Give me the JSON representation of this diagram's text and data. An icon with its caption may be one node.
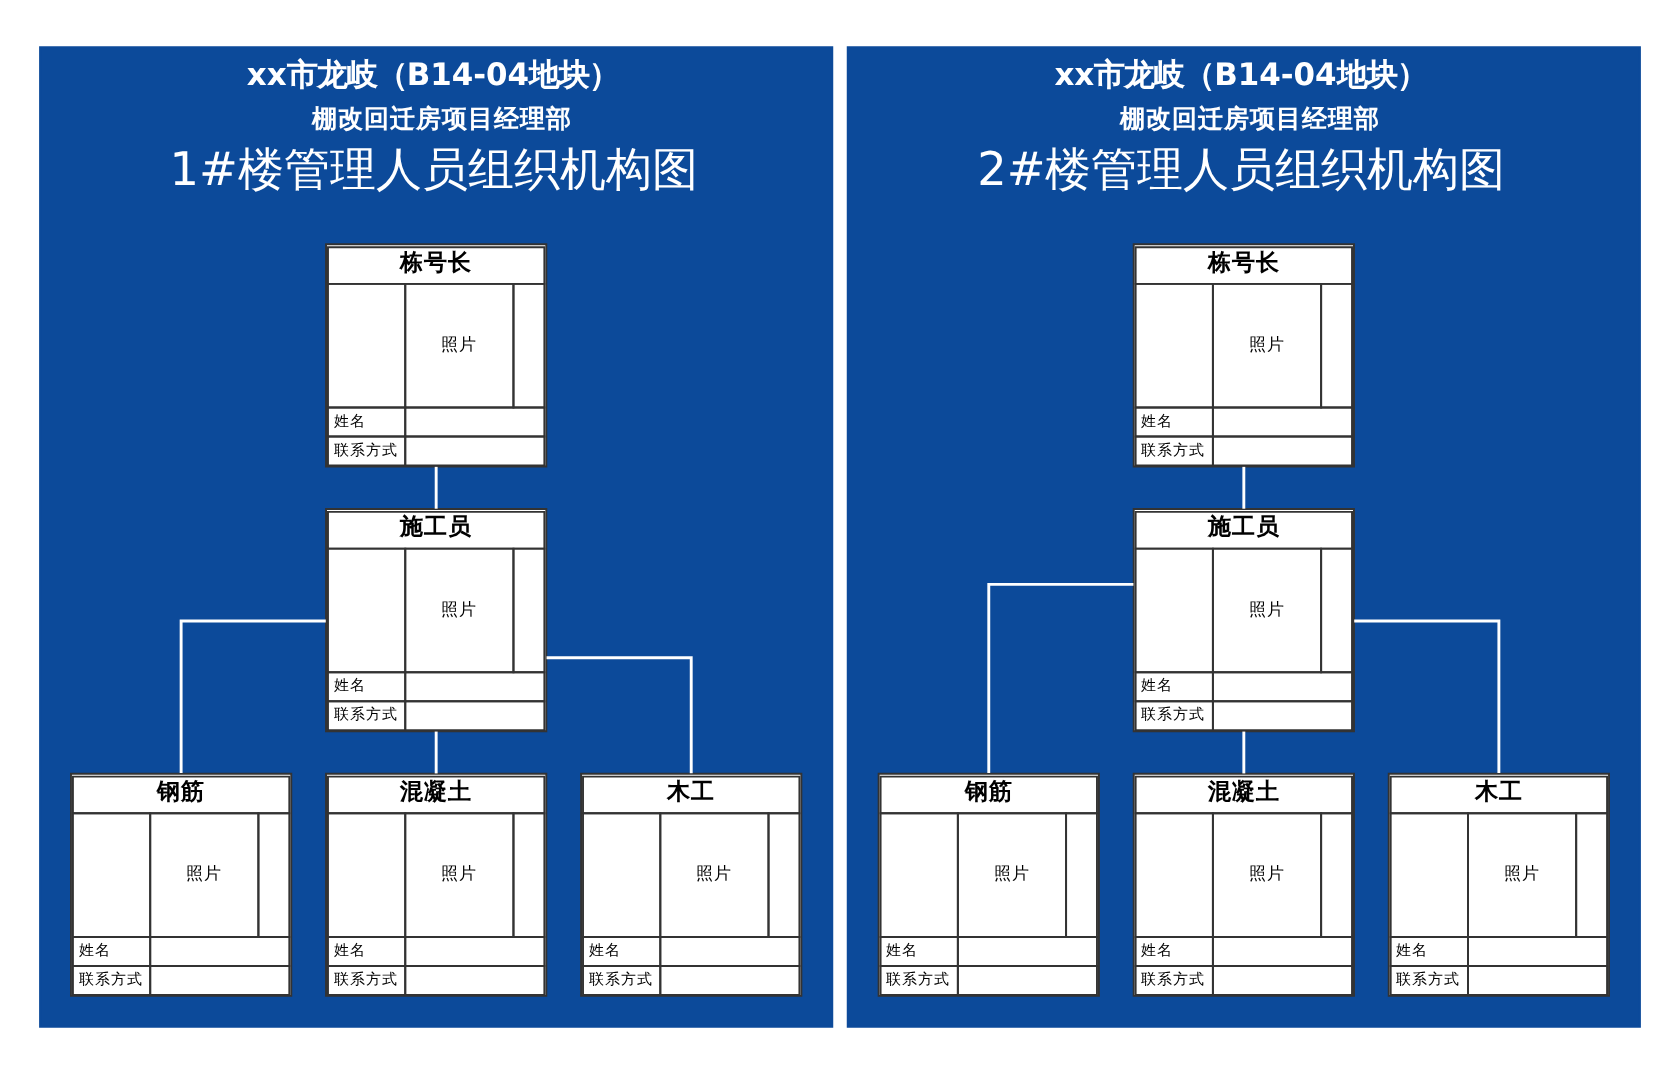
{
  "diagram": {
    "nodes": [
      {
        "text": [
          "xx市龙岐（B14-04地块）",
          "棚改回迁房项目经理部",
          "1#楼管理人员组织机构图"
        ]
      },
      {
        "text": [
          "栋号长",
          "照片",
          "姓名",
          "联系方式"
        ],
        "in": 0
      },
      {
        "text": [
          "施工员",
          "照片",
          "姓名",
          "联系方式"
        ],
        "in": 0
      },
      {
        "text": [
          "钢筋",
          "照片",
          "姓名",
          "联系方式"
        ],
        "in": 0
      },
      {
        "text": [
          "混凝土",
          "照片",
          "姓名",
          "联系方式"
        ],
        "in": 0
      },
      {
        "text": [
          "木工",
          "照片",
          "姓名",
          "联系方式"
        ],
        "in": 0
      },
      {
        "text": [
          "xx市龙岐（B14-04地块）",
          "棚改回迁房项目经理部",
          "2#楼管理人员组织机构图"
        ]
      },
      {
        "text": [
          "栋号长",
          "照片",
          "姓名",
          "联系方式"
        ],
        "in": 6
      },
      {
        "text": [
          "施工员",
          "照片",
          "姓名",
          "联系方式"
        ],
        "in": 6
      },
      {
        "text": [
          "钢筋",
          "照片",
          "姓名",
          "联系方式"
        ],
        "in": 6
      },
      {
        "text": [
          "混凝土",
          "照片",
          "姓名",
          "联系方式"
        ],
        "in": 6
      },
      {
        "text": [
          "木工",
          "照片",
          "姓名",
          "联系方式"
        ],
        "in": 6
      }
    ],
    "edges": [
      {
        "from": 1,
        "to": 2,
        "arrow": "none"
      },
      {
        "from": 2,
        "to": 3,
        "arrow": "none"
      },
      {
        "from": 2,
        "to": 4,
        "arrow": "none"
      },
      {
        "from": 2,
        "to": 5,
        "arrow": "none"
      },
      {
        "from": 7,
        "to": 8,
        "arrow": "none"
      },
      {
        "from": 8,
        "to": 9,
        "arrow": "none"
      },
      {
        "from": 8,
        "to": 10,
        "arrow": "none"
      },
      {
        "from": 8,
        "to": 11,
        "arrow": "none"
      }
    ]
  }
}
